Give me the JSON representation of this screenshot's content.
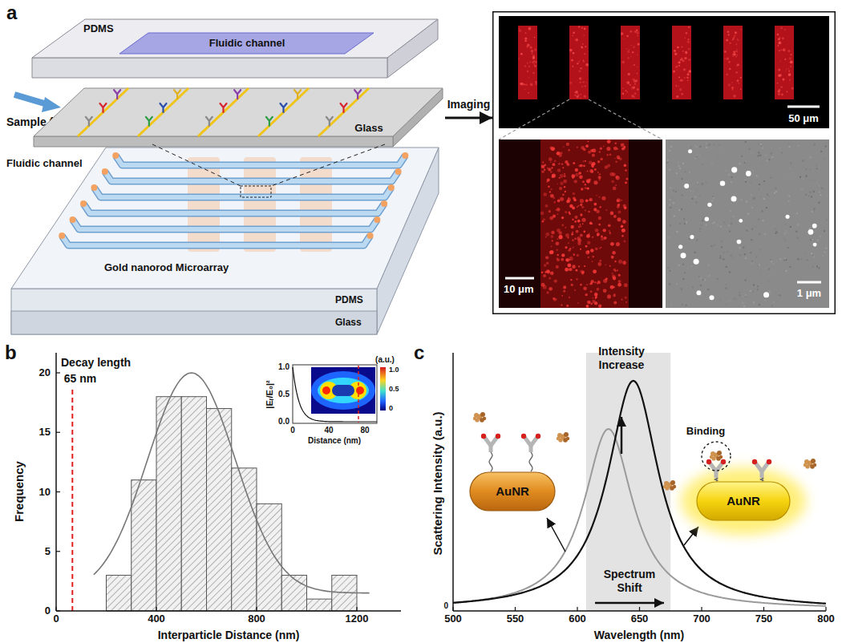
{
  "diagram": {
    "nodes": [
      {
        "text": [
          "PDMS"
        ]
      },
      {
        "text": [
          "Fluidic channel"
        ],
        "in": 0
      },
      {
        "text": [
          "Glass"
        ]
      },
      {
        "text": [
          "Fluidic channel",
          "Gold nanorod Microarray",
          "PDMS",
          "Glass"
        ]
      },
      {
        "text": [
          "50 μm",
          "10 μm",
          "1 μm"
        ]
      },
      {
        "text": [
          "AuNR"
        ]
      },
      {
        "text": [
          "AuNR"
        ]
      }
    ],
    "edges": [
      {
        "from": 2,
        "to": 4,
        "label": "Imaging",
        "arrow": "to"
      }
    ],
    "labels": [
      "a",
      "Sample flow",
      "b",
      "Decay length",
      "65 nm",
      "Frequency",
      "Interparticle Distance (nm)",
      "0",
      "400",
      "800",
      "1200",
      "0",
      "5",
      "10",
      "15",
      "20",
      "|Eᵣ/E₀|²",
      "1.0",
      "0.5",
      "0.0",
      "0",
      "40",
      "80",
      "Distance (nm)",
      "(a.u.)",
      "1.0",
      "0.5",
      "0",
      "c",
      "Scattering Intensity (a.u.)",
      "Wavelength (nm)",
      "500",
      "550",
      "600",
      "650",
      "700",
      "750",
      "800",
      "0",
      "Intensity Increase",
      "Spectrum Shift",
      "Binding"
    ]
  }
}
